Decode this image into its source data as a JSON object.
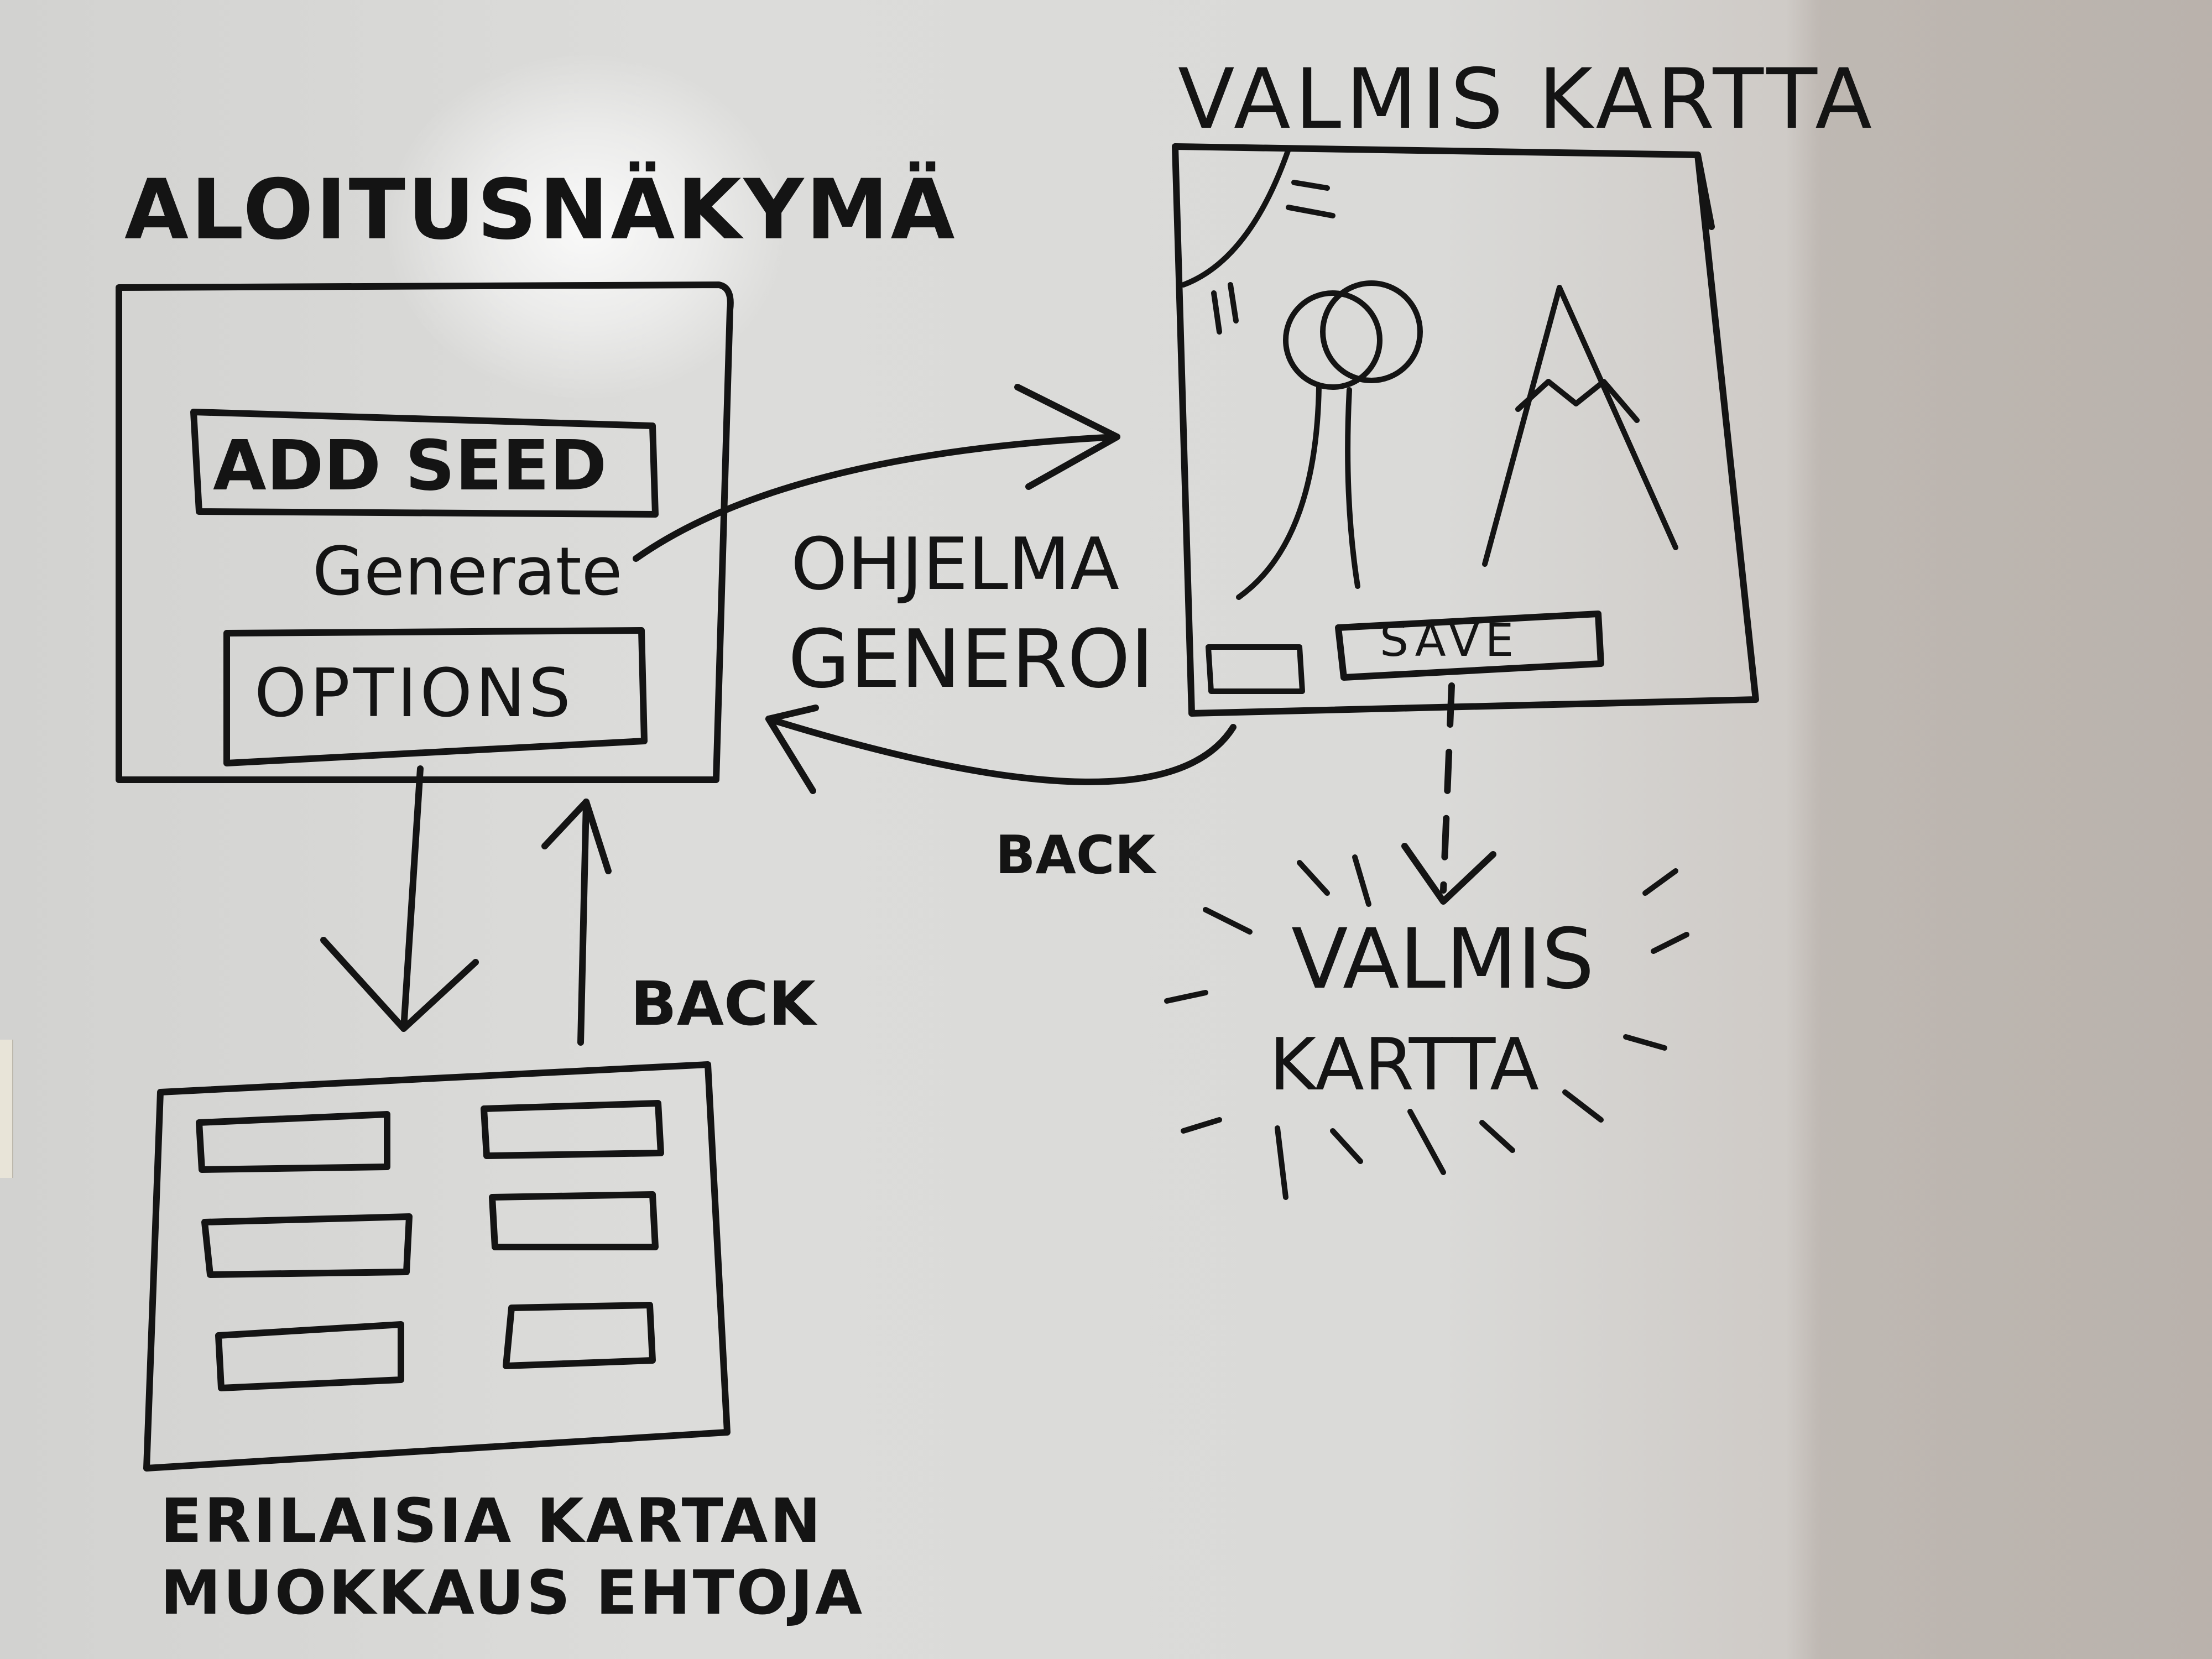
{
  "start_screen": {
    "title": "ALOITUSNÄKYMÄ",
    "add_seed_label": "ADD SEED",
    "generate_label": "Generate",
    "options_label": "OPTIONS"
  },
  "generate_flow": {
    "line1": "OHJELMA",
    "line2": "GENEROI"
  },
  "finished_map_screen": {
    "title": "VALMIS KARTTA",
    "save_label": "SAVE"
  },
  "back_labels": {
    "from_map": "BACK",
    "from_options": "BACK"
  },
  "result_burst": {
    "line1": "VALMIS",
    "line2": "KARTTA"
  },
  "options_screen": {
    "caption_line1": "ERILAISIA KARTAN",
    "caption_line2": "MUOKKAUS EHTOJA"
  }
}
